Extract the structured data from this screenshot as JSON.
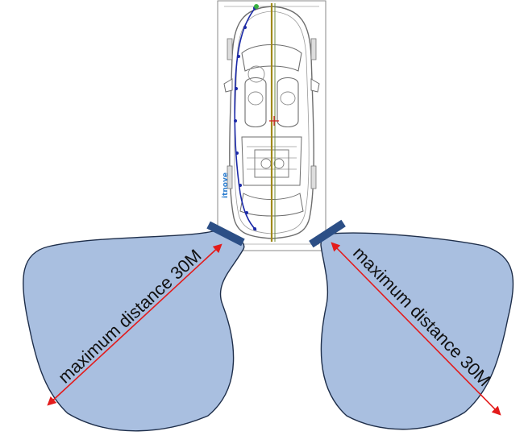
{
  "diagram": {
    "left_zone": {
      "label": "maximum distance 30M"
    },
    "right_zone": {
      "label": "maximum distance 30M"
    },
    "car": {
      "watermark": "itnove"
    },
    "colors": {
      "zone_fill": "#a9bfe0",
      "zone_stroke": "#1e2e4a",
      "arrow": "#e31b1b",
      "sensor": "#2c4f86",
      "car_line": "#6e6e6e",
      "trace": "#1c2aa8",
      "center_line": "#a08a1a"
    }
  }
}
